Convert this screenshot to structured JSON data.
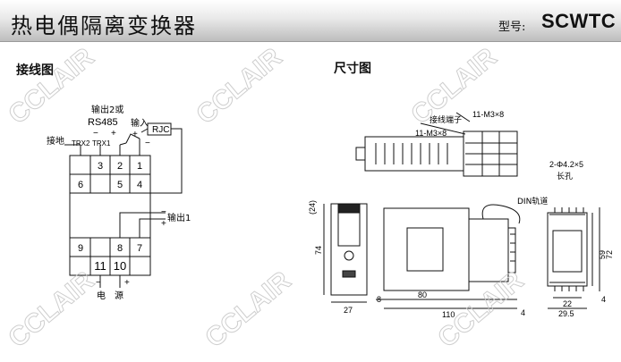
{
  "header": {
    "title": "热电偶隔离变换器",
    "model_prefix": "型号:",
    "model_name": "SCWTC"
  },
  "sections": {
    "wiring": "接线图",
    "dimensions": "尺寸图"
  },
  "wiring": {
    "output2_label": "输出2或",
    "rs485_label": "RS485",
    "input_label": "输入",
    "rjc_label": "RJC",
    "ground_label": "接地",
    "trx2_label": "TRX2",
    "trx1_label": "TRX1",
    "minus": "−",
    "plus": "+",
    "output1_label": "输出1",
    "power_label1": "电",
    "power_label2": "源",
    "terminals": [
      "3",
      "2",
      "1",
      "6",
      "5",
      "4",
      "9",
      "8",
      "7",
      "11",
      "10"
    ]
  },
  "dimensions": {
    "terminal_label": "接线端子",
    "screw_label_a": "11-M3×8",
    "screw_label_b": "11-M3×8",
    "hole_label": "2-Φ4.2×5",
    "hole_label2": "长孔",
    "din_label": "DIN轨道",
    "dim_24": "(24)",
    "dim_74": "74",
    "dim_27": "27",
    "dim_8": "8",
    "dim_80": "80",
    "dim_110": "110",
    "dim_4a": "4",
    "dim_4b": "4",
    "dim_59": "59",
    "dim_72": "72",
    "dim_22": "22",
    "dim_29_5": "29.5"
  },
  "watermark": "CCLAIR"
}
